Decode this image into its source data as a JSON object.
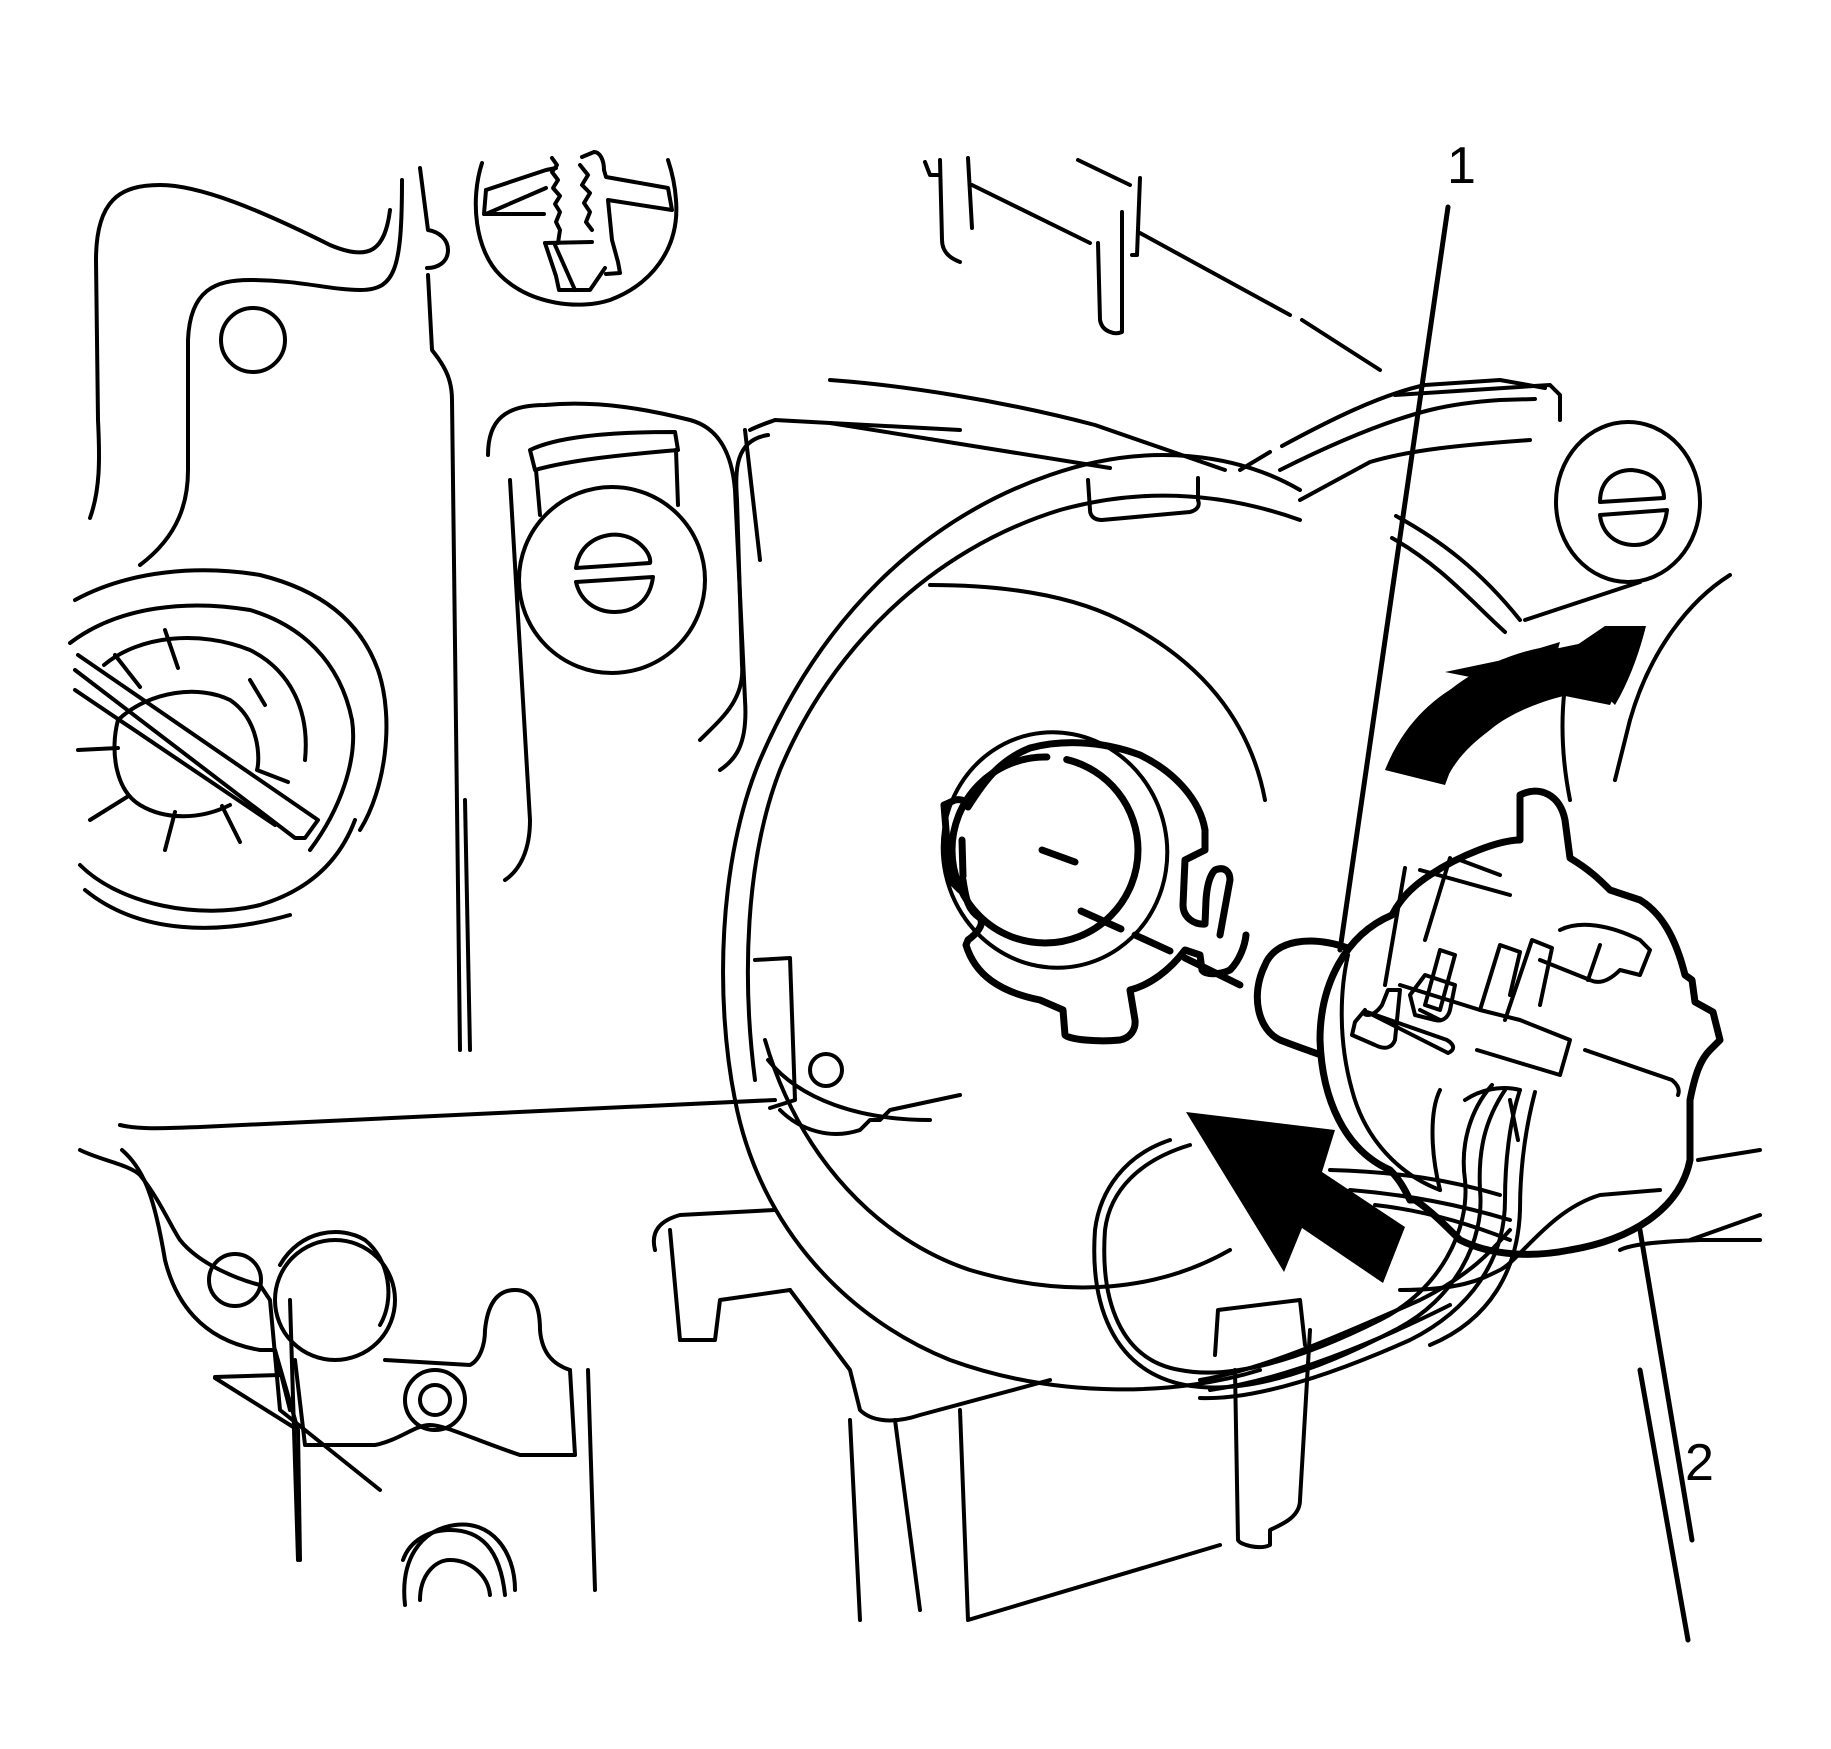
{
  "diagram": {
    "subject": "Headlamp housing rear view - bulb and socket removal/installation",
    "line_color": "#000000",
    "background_color": "#ffffff",
    "callouts": [
      {
        "number": "1",
        "target": "bulb"
      },
      {
        "number": "2",
        "target": "bulb socket with wiring harness"
      }
    ],
    "arrows": [
      {
        "type": "curved",
        "meaning": "rotate socket"
      },
      {
        "type": "straight",
        "meaning": "insert / push direction"
      }
    ]
  }
}
